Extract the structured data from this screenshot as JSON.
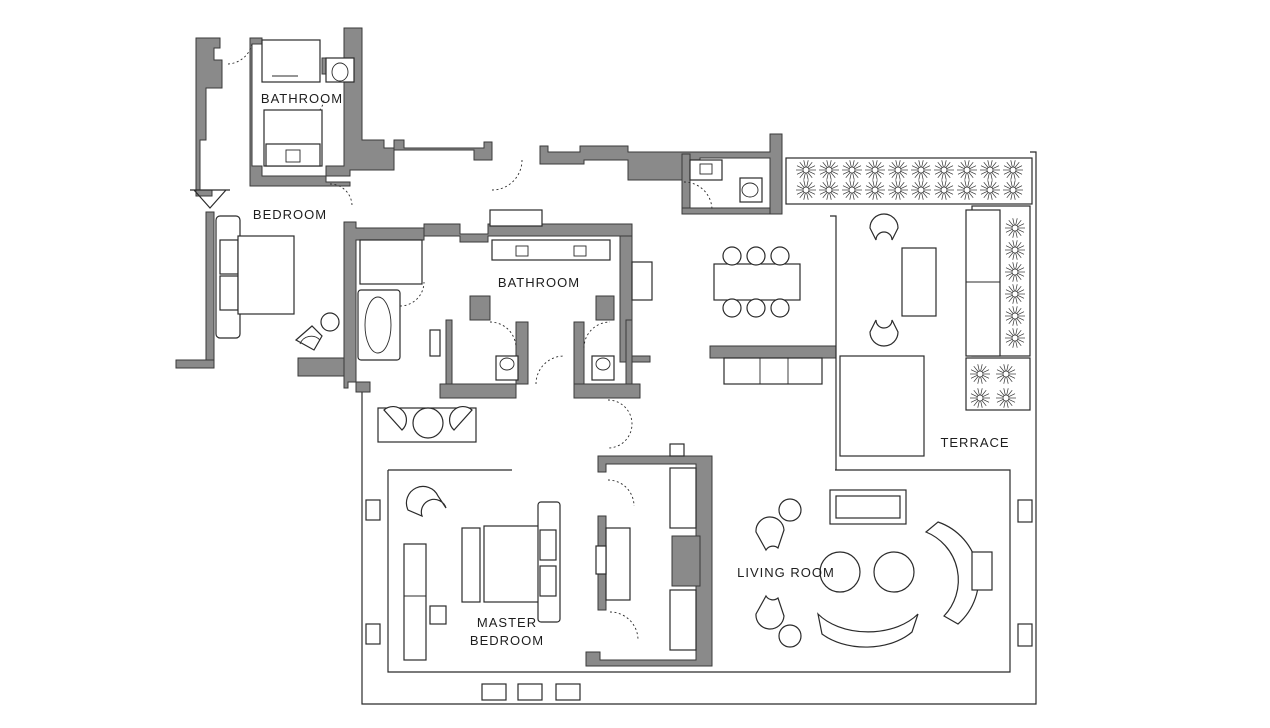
{
  "rooms": {
    "bathroom_top": "BATHROOM",
    "bedroom": "BEDROOM",
    "bathroom_main": "BATHROOM",
    "terrace": "TERRACE",
    "living_room": "LIVING ROOM",
    "master_bedroom": "MASTER\nBEDROOM"
  },
  "colors": {
    "wall": "#8a8a8a",
    "outline": "#2b2b2b",
    "background": "#ffffff"
  }
}
